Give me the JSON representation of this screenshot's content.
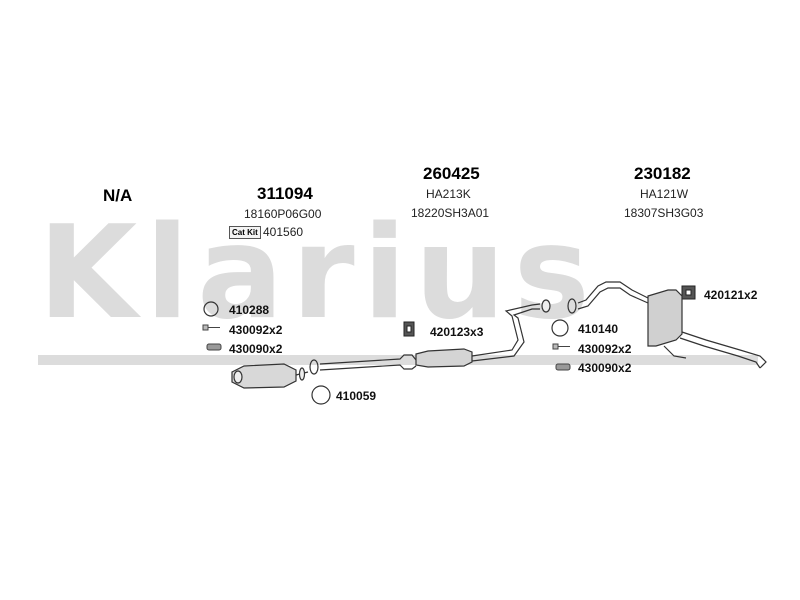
{
  "watermark": "Klarius",
  "columns": [
    {
      "part_no": "N/A"
    },
    {
      "part_no": "311094",
      "codes": [
        "18160P06G00"
      ]
    },
    {
      "part_no": "260425",
      "codes": [
        "HA213K",
        "18220SH3A01"
      ]
    },
    {
      "part_no": "230182",
      "codes": [
        "HA121W",
        "18307SH3G03"
      ]
    }
  ],
  "cat_kit": {
    "badge": "Cat Kit",
    "part_no": "401560"
  },
  "fittings": {
    "g410288": "410288",
    "g430092_left": "430092x2",
    "g430090_left": "430090x2",
    "g410059": "410059",
    "g420123": "420123x3",
    "g410140": "410140",
    "g430092_right": "430092x2",
    "g430090_right": "430090x2",
    "g420121": "420121x2"
  }
}
